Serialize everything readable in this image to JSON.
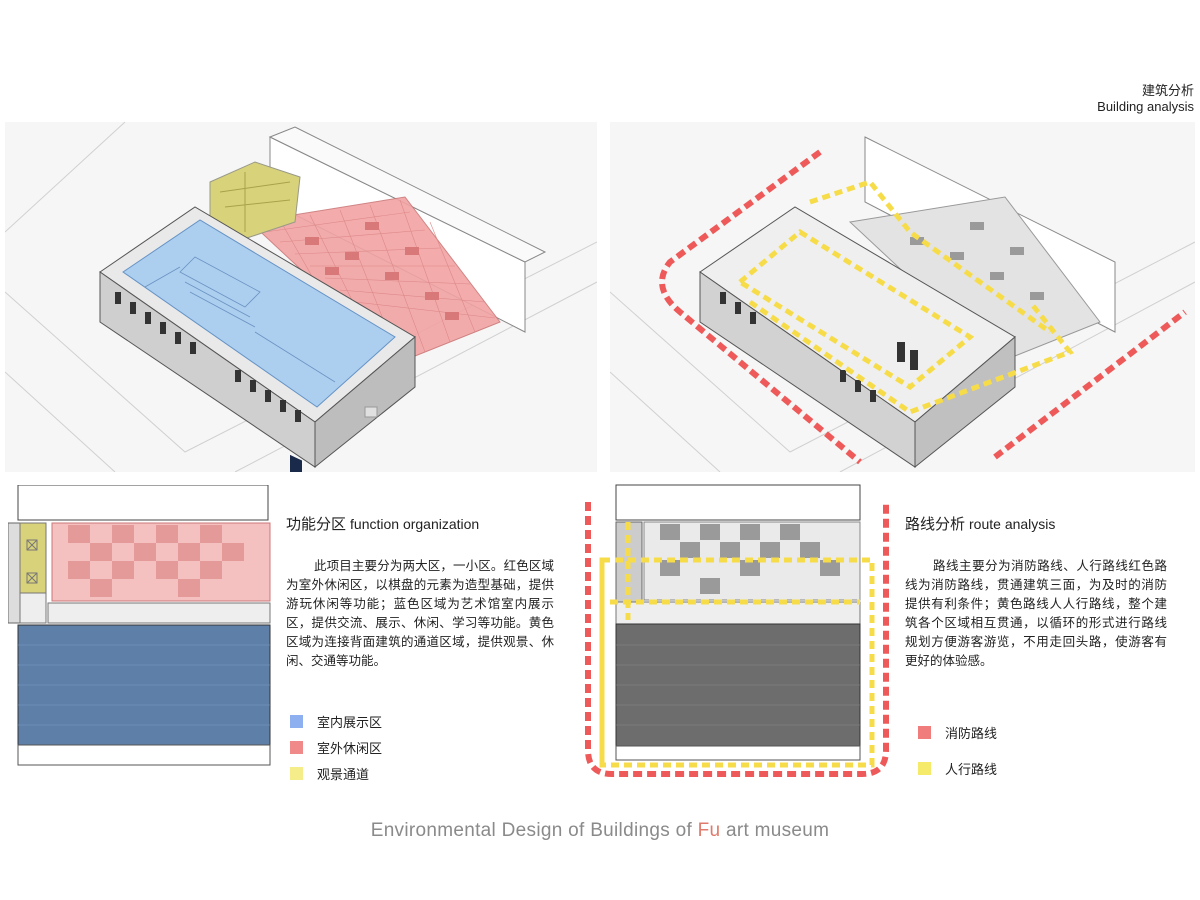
{
  "header": {
    "title_cn": "建筑分析",
    "title_en": "Building analysis"
  },
  "function_section": {
    "title_cn": "功能分区",
    "title_en": "function organization",
    "paragraph": "此项目主要分为两大区，一小区。红色区域为室外休闲区，以棋盘的元素为造型基础，提供游玩休闲等功能；蓝色区域为艺术馆室内展示区，提供交流、展示、休闲、学习等功能。黄色区域为连接背面建筑的通道区域，提供观景、休闲、交通等功能。",
    "legend": [
      {
        "label": "室内展示区",
        "color": "#8fb0f0"
      },
      {
        "label": "室外休闲区",
        "color": "#f08a8a"
      },
      {
        "label": "观景通道",
        "color": "#f5ec8a"
      }
    ]
  },
  "route_section": {
    "title_cn": "路线分析",
    "title_en": "route analysis",
    "paragraph": "路线主要分为消防路线、人行路线红色路线为消防路线，贯通建筑三面，为及时的消防提供有利条件；黄色路线人人行路线，整个建筑各个区域相互贯通，以循环的形式进行路线规划方便游客游览，不用走回头路，使游客有更好的体验感。",
    "legend": [
      {
        "label": "消防路线",
        "color": "#f07c7c"
      },
      {
        "label": "人行路线",
        "color": "#f5ea6a"
      }
    ]
  },
  "footer": {
    "pre": "Environmental Design of Buildings of ",
    "accent": "Fu",
    "post": " art museum"
  },
  "colors": {
    "blue_zone": "#a9cdf0",
    "red_zone": "#f2a3a3",
    "yellow_zone": "#d8d27a",
    "fire_route": "#ee5a5a",
    "walk_route": "#f7dc4a"
  }
}
